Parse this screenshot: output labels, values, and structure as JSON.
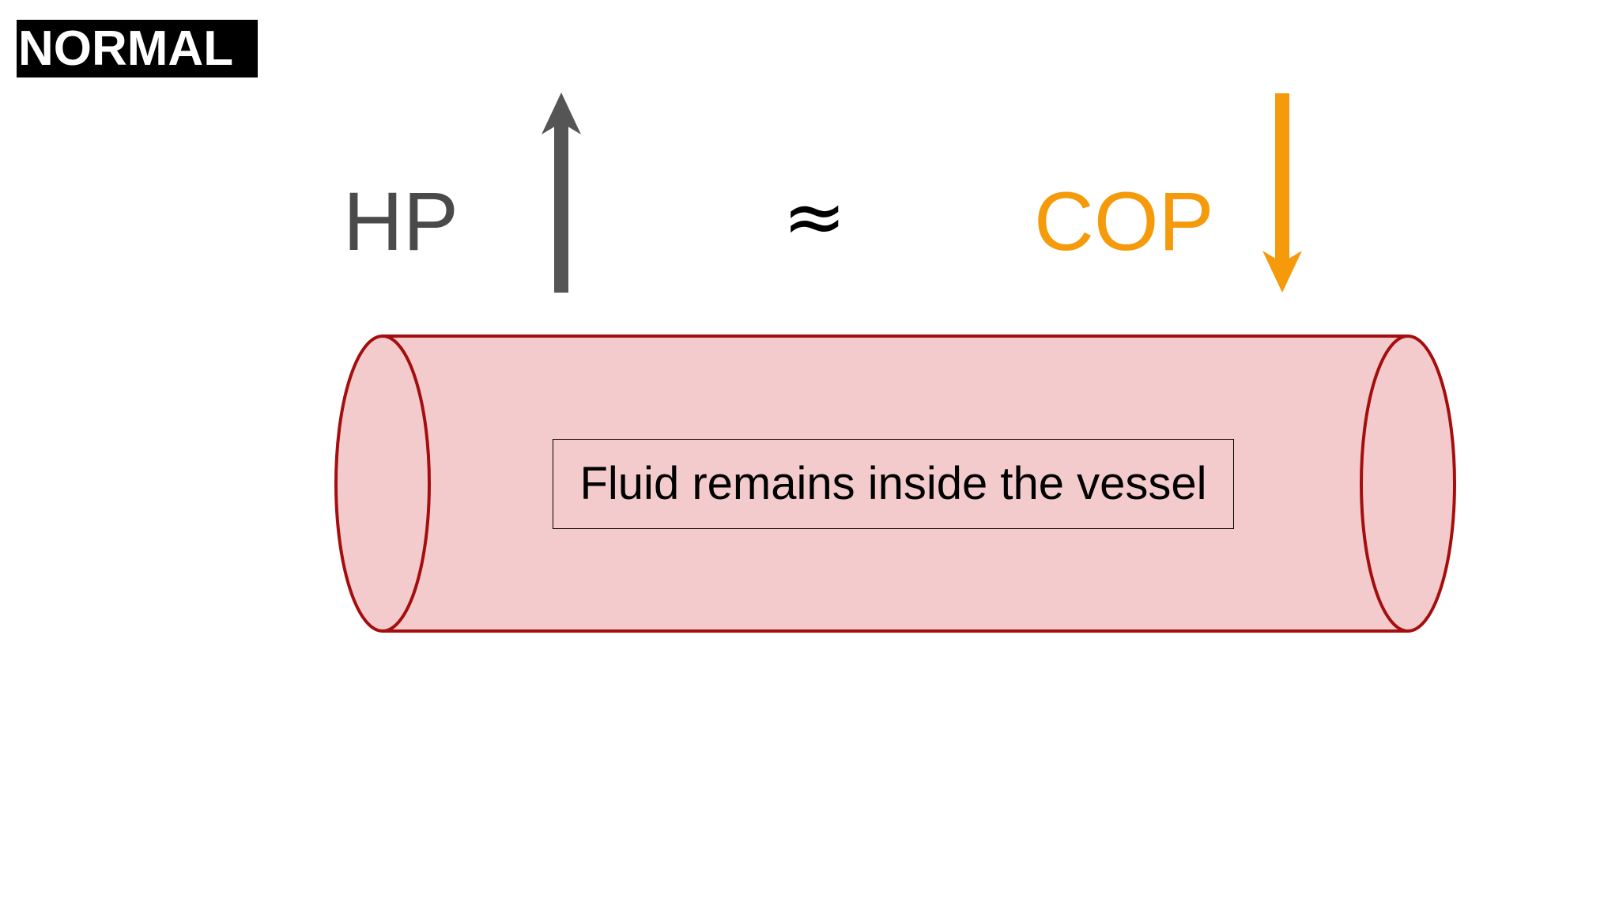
{
  "slide": {
    "label": "NORMAL"
  },
  "diagram": {
    "hp_label": "HP",
    "relation_symbol": "≈",
    "cop_label": "COP",
    "caption": "Fluid remains inside the vessel",
    "arrows": {
      "hp_direction": "up",
      "cop_direction": "down"
    }
  },
  "colors": {
    "hp": "#555555",
    "cop": "#f59a0a",
    "vessel_fill": "#f3cbcd",
    "vessel_outline": "#a50e0e",
    "label_bg": "#000000",
    "label_text": "#ffffff"
  }
}
